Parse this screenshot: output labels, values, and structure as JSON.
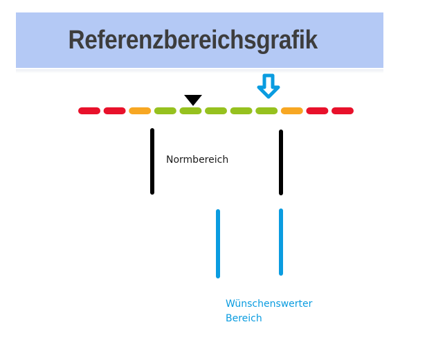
{
  "title": "Referenzbereichsgrafik",
  "scale": {
    "segments": [
      "red",
      "red",
      "orange",
      "green",
      "green",
      "green",
      "green",
      "green",
      "orange",
      "red",
      "red"
    ],
    "colors": {
      "red": "#e8112b",
      "orange": "#f7a723",
      "green": "#96c11f"
    },
    "value_marker_segment": 4,
    "target_marker_segment": 7
  },
  "marker_colors": {
    "value_marker": "#000000",
    "target_marker": "#0a9ce0"
  },
  "normbereich": {
    "label": "Normbereich",
    "color": "#000000"
  },
  "wuenschenswert": {
    "label_line1": "Wünschenswerter",
    "label_line2": "Bereich",
    "color": "#0a9ce0"
  }
}
